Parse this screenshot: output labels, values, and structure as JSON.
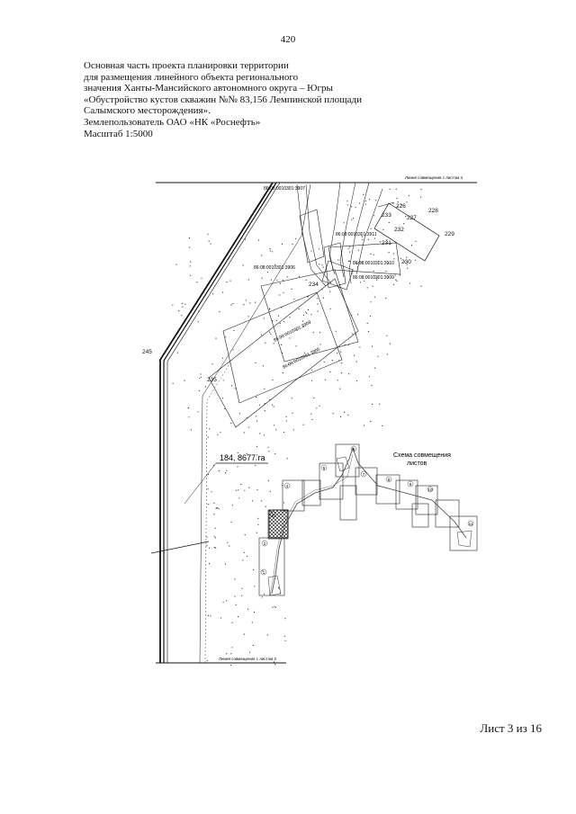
{
  "page_number": "420",
  "header": {
    "lines": [
      "Основная часть проекта планировки территории",
      "для размещения линейного объекта регионального",
      "значения Ханты-Мансийского автономного округа – Югры",
      "«Обустройство кустов скважин №№ 83,156 Лемпинской площади",
      "Салымского месторождения».",
      "Землепользователь ОАО «НК «Роснефть»",
      "Масштаб 1:5000"
    ]
  },
  "map": {
    "top_line_label": "Линия совмещения с листом 4",
    "bottom_line_label": "Линия совмещения с листом 2",
    "area_label": "184, 8677 га",
    "parcels": [
      "86:08:0010301:3907",
      "86:08:0010301:3911",
      "86:08:0010301:3906",
      "86:08:0010301:3910",
      "86:08:0010301:3909",
      "86:08:0010301:3909",
      "86:08:0010301:3905"
    ],
    "points": [
      "226",
      "228",
      "233",
      "227",
      "232",
      "229",
      "231",
      "230",
      "234",
      "245",
      "235"
    ],
    "scheme_title_line1": "Схема совмещения",
    "scheme_title_line2": "листов",
    "scheme_sheets": [
      "1",
      "2",
      "3",
      "4",
      "5",
      "6",
      "7",
      "8",
      "9",
      "10",
      "11"
    ]
  },
  "sheet_label": "Лист 3 из 16"
}
